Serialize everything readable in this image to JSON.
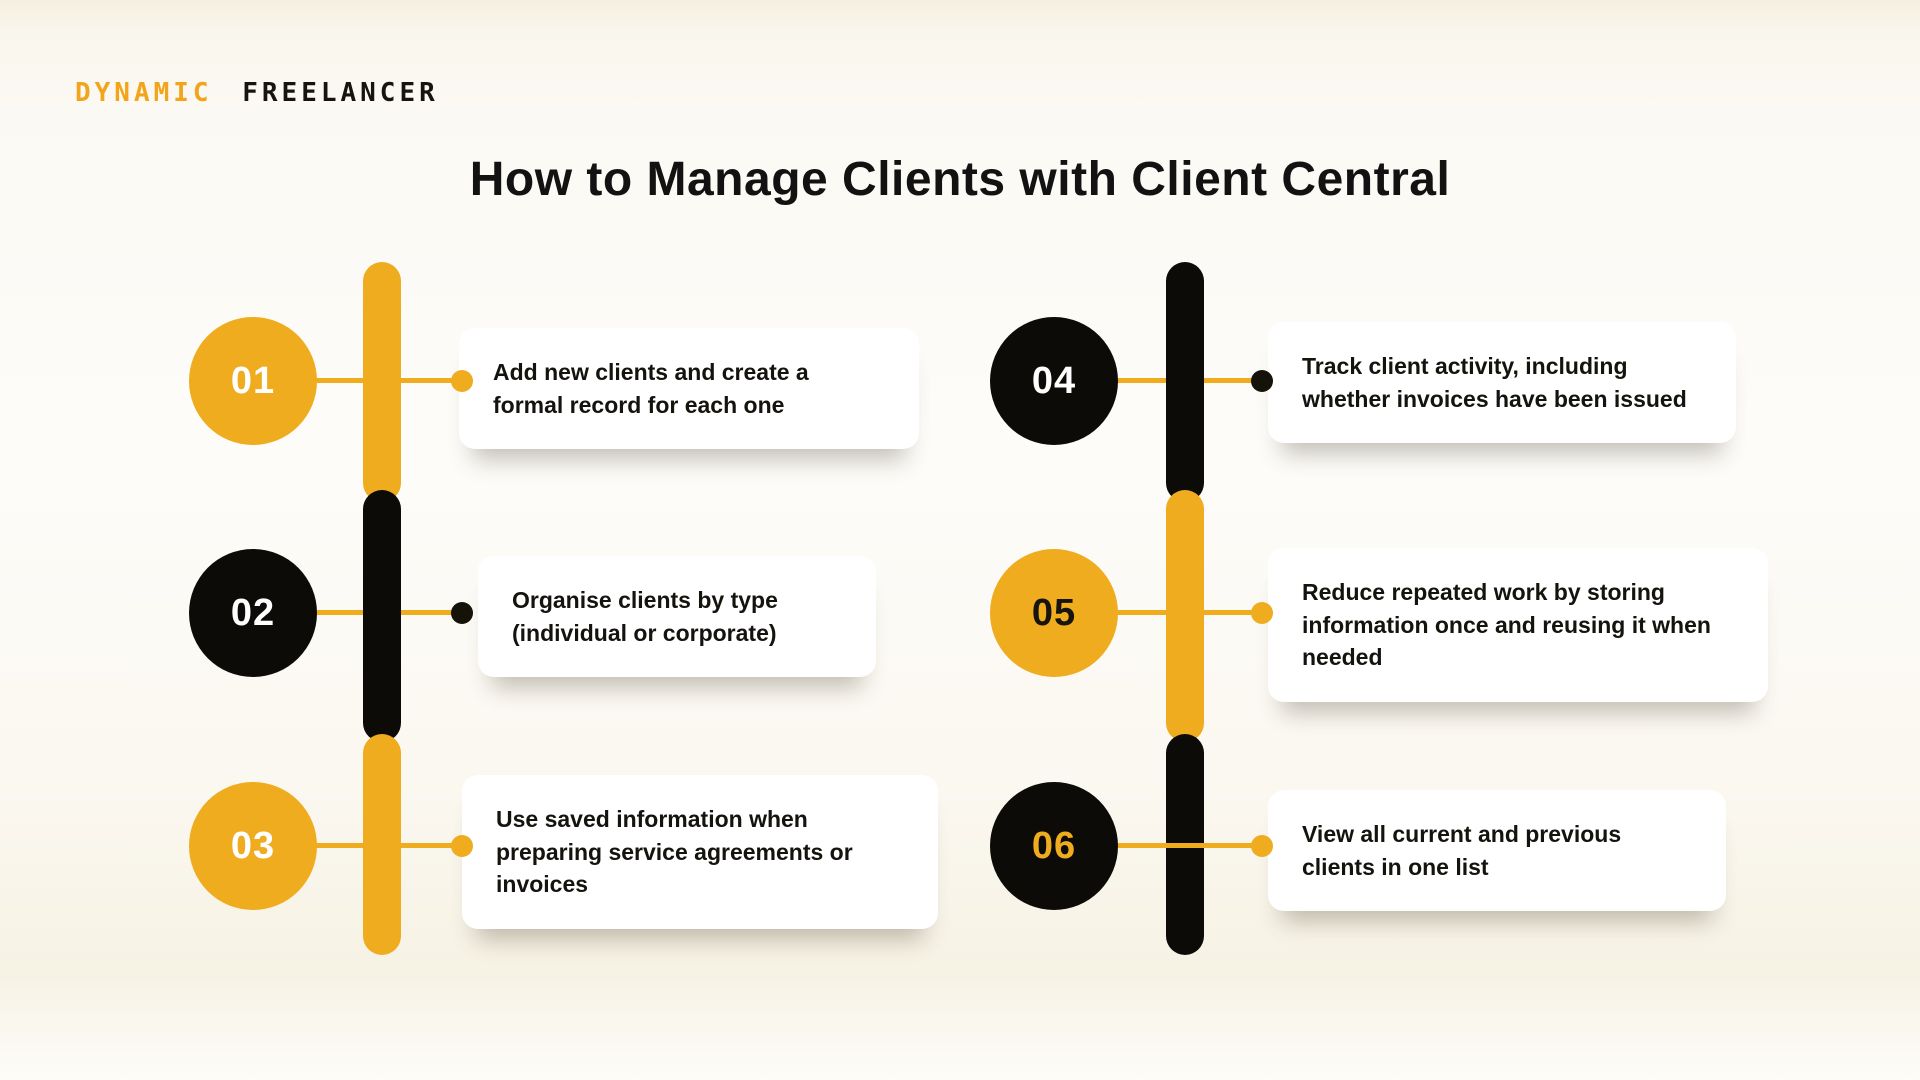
{
  "logo": {
    "part1": "DYNAMIC",
    "part2": "FREELANCER"
  },
  "title": "How to Manage Clients with Client Central",
  "colors": {
    "amber": "#EFAC1E",
    "black": "#0D0B07",
    "background_cream": "#FBF8F1",
    "card_white": "#FFFFFF",
    "text_dark": "#15130E"
  },
  "steps": [
    {
      "number": "01",
      "text": "Add new clients and create a formal record for each one",
      "column": "left",
      "circle_color": "amber",
      "number_color": "white",
      "dot_color": "amber"
    },
    {
      "number": "02",
      "text": "Organise clients by type (individual or corporate)",
      "column": "left",
      "circle_color": "black",
      "number_color": "white",
      "dot_color": "black"
    },
    {
      "number": "03",
      "text": "Use saved information when preparing service agreements or invoices",
      "column": "left",
      "circle_color": "amber",
      "number_color": "white",
      "dot_color": "amber"
    },
    {
      "number": "04",
      "text": "Track client activity, including whether invoices have been issued",
      "column": "right",
      "circle_color": "black",
      "number_color": "white",
      "dot_color": "black"
    },
    {
      "number": "05",
      "text": "Reduce repeated work by storing information once and reusing it when needed",
      "column": "right",
      "circle_color": "amber",
      "number_color": "black",
      "dot_color": "amber"
    },
    {
      "number": "06",
      "text": "View all current and previous clients in one list",
      "column": "right",
      "circle_color": "black",
      "number_color": "amber",
      "dot_color": "amber"
    }
  ],
  "timeline": {
    "left_bar_segments": [
      "amber",
      "black",
      "amber"
    ],
    "right_bar_segments": [
      "black",
      "amber",
      "black"
    ]
  }
}
